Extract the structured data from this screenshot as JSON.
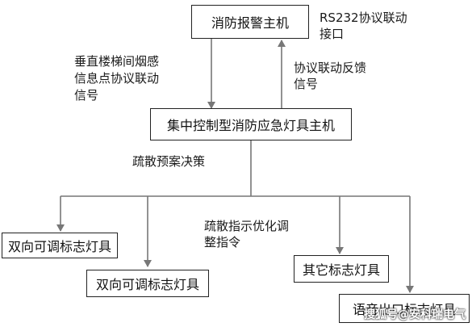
{
  "nodes": {
    "fire_alarm_host": "消防报警主机",
    "central_host": "集中控制型消防应急灯具主机",
    "bidirectional_sign_1": "双向可调标志灯具",
    "bidirectional_sign_2": "双向可调标志灯具",
    "other_sign": "其它标志灯具",
    "voice_exit_sign": "语音出口标志灯具"
  },
  "edge_labels": {
    "rs232": [
      "RS232协议联动",
      "接口"
    ],
    "stair_smoke": [
      "垂直楼梯间烟感",
      "信息点协议联动",
      "信号"
    ],
    "feedback": [
      "协议联动反馈",
      "信号"
    ],
    "decision": "疏散预案决策",
    "adjust": [
      "疏散指示优化调",
      "整指令"
    ]
  },
  "watermark": "搜狐号@安科瑞电气",
  "colors": {
    "line": "#777777",
    "border": "#222222"
  }
}
